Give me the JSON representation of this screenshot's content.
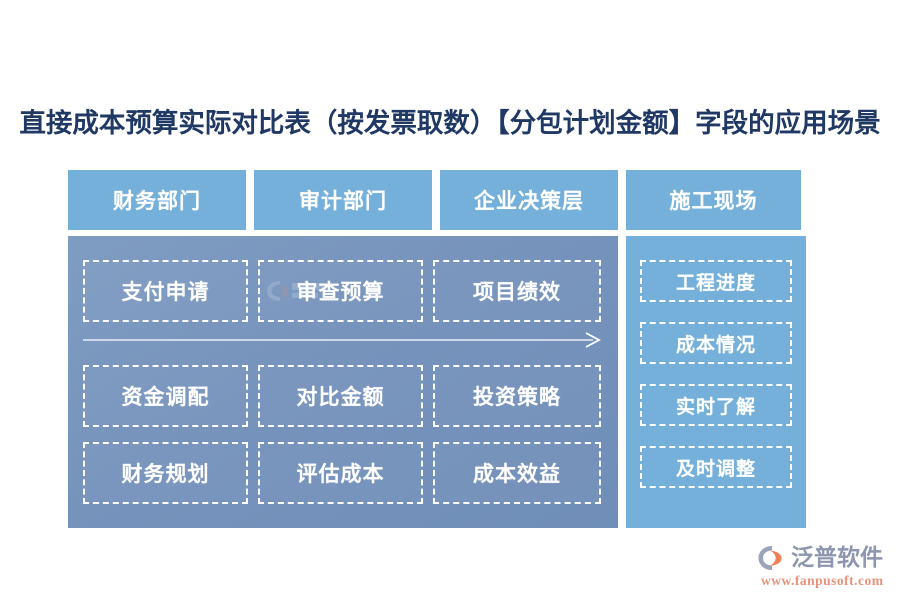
{
  "page": {
    "title": "直接成本预算实际对比表（按发票取数）【分包计划金额】字段的应用场景",
    "title_color": "#1f3864",
    "background": "#ffffff"
  },
  "colors": {
    "header_blue": "#74b0da",
    "panel_blue": "#7693bc",
    "right_panel_blue": "#74b0da",
    "dash_border": "#ffffff",
    "logo_name": "#8c96ae",
    "logo_url": "#e8927c"
  },
  "headers": [
    {
      "label": "财务部门"
    },
    {
      "label": "审计部门"
    },
    {
      "label": "企业决策层"
    },
    {
      "label": "施工现场"
    }
  ],
  "matrix": {
    "columns": [
      "财务部门",
      "审计部门",
      "企业决策层"
    ],
    "rows": [
      {
        "cells": [
          "支付申请",
          "审查预算",
          "项目绩效"
        ]
      },
      {
        "cells": [
          "资金调配",
          "对比金额",
          "投资策略"
        ]
      },
      {
        "cells": [
          "财务规划",
          "评估成本",
          "成本效益"
        ]
      }
    ]
  },
  "arrow": {
    "name": "right-arrow",
    "direction": "right"
  },
  "right_column": {
    "header": "施工现场",
    "items": [
      {
        "label": "工程进度"
      },
      {
        "label": "成本情况"
      },
      {
        "label": "实时了解"
      },
      {
        "label": "及时调整"
      }
    ]
  },
  "watermark": {
    "name": "fanpu-watermark"
  },
  "logo": {
    "mark_name": "fanpu-logo-mark",
    "name": "泛普软件",
    "url": "www.fanpusoft.com"
  }
}
